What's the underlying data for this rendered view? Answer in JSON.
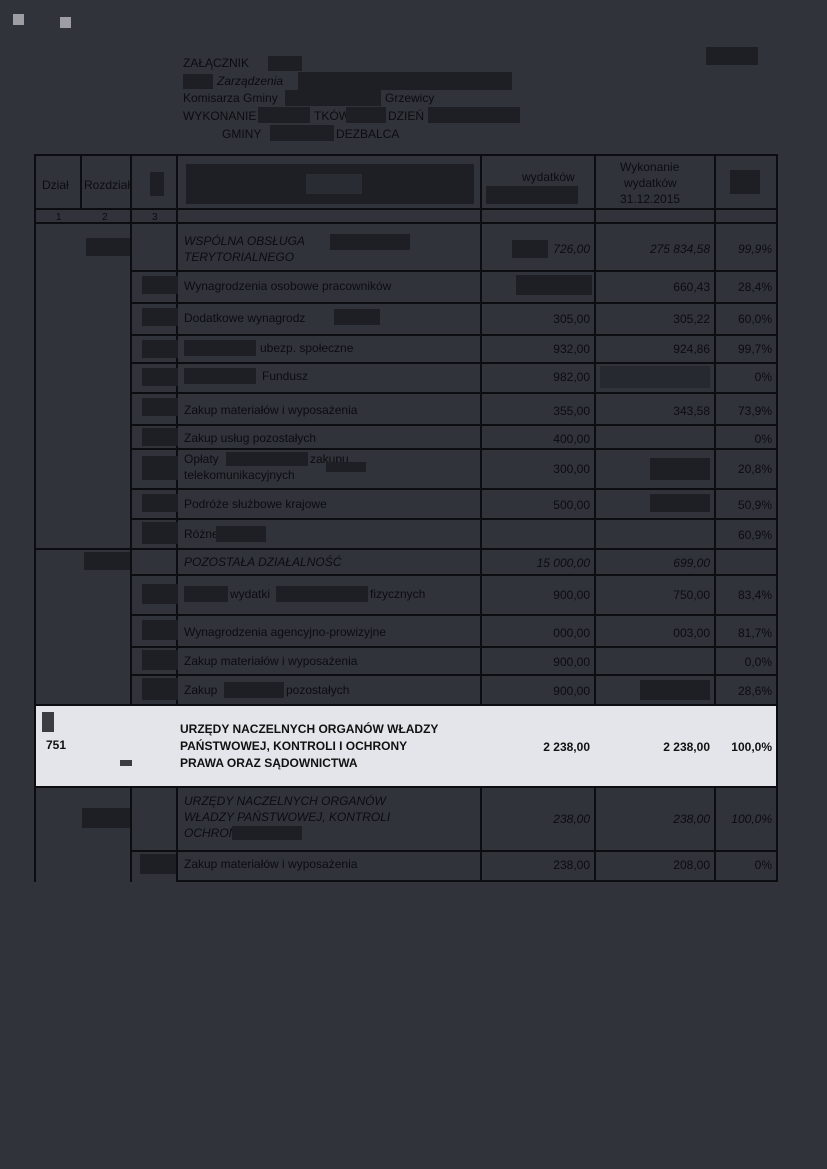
{
  "header": {
    "line1": "ZAŁĄCZNIK",
    "line2": "Zarządzenia",
    "line3_a": "Komisarza Gminy",
    "line3_b": "Grzewicy",
    "line4_a": "WYKONANIE",
    "line4_b": "TKÓW",
    "line4_c": "DZIEŃ",
    "line5_a": "GMINY",
    "line5_b": "DEZBALCA"
  },
  "table": {
    "col_headers": {
      "dzial": "Dział",
      "rozdzial": "Rozdział",
      "wydatkow": "wydatków",
      "wykonanie_a": "Wykonanie",
      "wykonanie_b": "wydatków",
      "wykonanie_c": "31.12.2015"
    },
    "col_numbers": [
      "1",
      "2",
      "3"
    ],
    "rows": [
      {
        "name_a": "WSPÓLNA OBSŁUGA",
        "name_b": "TERYTORIALNEGO",
        "plan": "726,00",
        "wyk": "275 834,58",
        "pct": "99,9%"
      },
      {
        "name_a": "Wynagrodzenia osobowe pracowników",
        "plan": "",
        "wyk": "660,43",
        "pct": "28,4%"
      },
      {
        "name_a": "Dodatkowe wynagrodz",
        "plan": "305,00",
        "wyk": "305,22",
        "pct": "60,0%"
      },
      {
        "name_a": "ubezp. społeczne",
        "plan": "932,00",
        "wyk": "924,86",
        "pct": "99,7%"
      },
      {
        "name_a": "Fundusz",
        "plan": "982,00",
        "wyk": "",
        "pct": "0%"
      },
      {
        "name_a": "Zakup materiałów i wyposażenia",
        "plan": "355,00",
        "wyk": "343,58",
        "pct": "73,9%"
      },
      {
        "name_a": "Zakup usług pozostałych",
        "plan": "400,00",
        "wyk": "",
        "pct": "0%"
      },
      {
        "name_a": "Opłaty",
        "name_b": "zakupu",
        "name_c": "telekomunikacyjnych",
        "plan": "300,00",
        "wyk": "",
        "pct": "20,8%"
      },
      {
        "name_a": "Podróże służbowe krajowe",
        "plan": "500,00",
        "wyk": "",
        "pct": "50,9%"
      },
      {
        "name_a": "Różne",
        "plan": "",
        "wyk": "",
        "pct": "60,9%"
      },
      {
        "name_a": "POZOSTAŁA DZIAŁALNOŚĆ",
        "plan": "15 000,00",
        "wyk": "699,00",
        "pct": ""
      },
      {
        "name_a": "wydatki",
        "name_b": "fizycznych",
        "plan": "900,00",
        "wyk": "750,00",
        "pct": "83,4%"
      },
      {
        "name_a": "Wynagrodzenia agencyjno-prowizyjne",
        "plan": "000,00",
        "wyk": "003,00",
        "pct": "81,7%"
      },
      {
        "name_a": "Zakup materiałów i wyposażenia",
        "plan": "900,00",
        "wyk": "",
        "pct": "0,0%"
      },
      {
        "name_a": "Zakup",
        "name_b": "pozostałych",
        "plan": "900,00",
        "wyk": "",
        "pct": "28,6%"
      }
    ],
    "highlight": {
      "dzial": "751",
      "name_a": "URZĘDY NACZELNYCH ORGANÓW WŁADZY",
      "name_b": "PAŃSTWOWEJ, KONTROLI I OCHRONY",
      "name_c": "PRAWA ORAZ SĄDOWNICTWA",
      "plan": "2 238,00",
      "wyk": "2 238,00",
      "pct": "100,0%"
    },
    "after": [
      {
        "name_a": "URZĘDY NACZELNYCH ORGANÓW",
        "name_b": "WŁADZY PAŃSTWOWEJ, KONTROLI",
        "name_c": "OCHRONY",
        "plan": "238,00",
        "wyk": "238,00",
        "pct": "100,0%"
      },
      {
        "name_a": "Zakup materiałów i wyposażenia",
        "plan": "238,00",
        "wyk": "208,00",
        "pct": "0%"
      }
    ]
  }
}
